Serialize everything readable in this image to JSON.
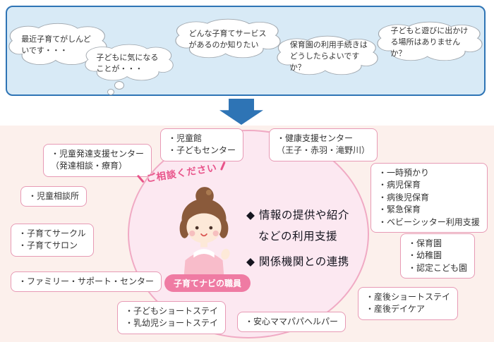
{
  "colors": {
    "panel_blue_bg": "#d8eaf6",
    "panel_blue_border": "#2e74b5",
    "arrow_blue": "#2e74b5",
    "bottom_pink_bg": "#fcf0ec",
    "ellipse_fill": "#fce8f1",
    "ellipse_border": "#f0aac4",
    "service_box_border": "#e79ab5",
    "badge_pink": "#ef7ba3",
    "consult_pink": "#e8538a"
  },
  "bubbles": [
    {
      "text": "最近子育てがしんどいです・・・"
    },
    {
      "text": "子どもに気になることが・・・"
    },
    {
      "text": "どんな子育てサービスがあるのか知りたい"
    },
    {
      "text": "保育園の利用手続きはどうしたらよいですか？"
    },
    {
      "text": "子どもと遊びに出かける場所はありませんか？"
    }
  ],
  "center": {
    "consult_label": "ご相談ください",
    "points": [
      "◆ 情報の提供や紹介",
      "などの利用支援",
      "◆ 関係機関との連携"
    ],
    "staff_badge": "子育てナビの職員"
  },
  "services": [
    {
      "lines": [
        "・児童館",
        "・子どもセンター"
      ]
    },
    {
      "lines": [
        "・健康支援センター",
        "（王子・赤羽・滝野川）"
      ]
    },
    {
      "lines": [
        "・児童発達支援センター",
        "（発達相談・療育）"
      ]
    },
    {
      "lines": [
        "・一時預かり",
        "・病児保育",
        "・病後児保育",
        "・緊急保育",
        "・ベビーシッター利用支援"
      ]
    },
    {
      "lines": [
        "・児童相談所"
      ]
    },
    {
      "lines": [
        "・子育てサークル",
        "・子育てサロン"
      ]
    },
    {
      "lines": [
        "・保育園",
        "・幼稚園",
        "・認定こども園"
      ]
    },
    {
      "lines": [
        "・ファミリー・サポート・センター"
      ]
    },
    {
      "lines": [
        "・産後ショートステイ",
        "・産後デイケア"
      ]
    },
    {
      "lines": [
        "・子どもショートステイ",
        "・乳幼児ショートステイ"
      ]
    },
    {
      "lines": [
        "・安心ママパパヘルパー"
      ]
    }
  ]
}
